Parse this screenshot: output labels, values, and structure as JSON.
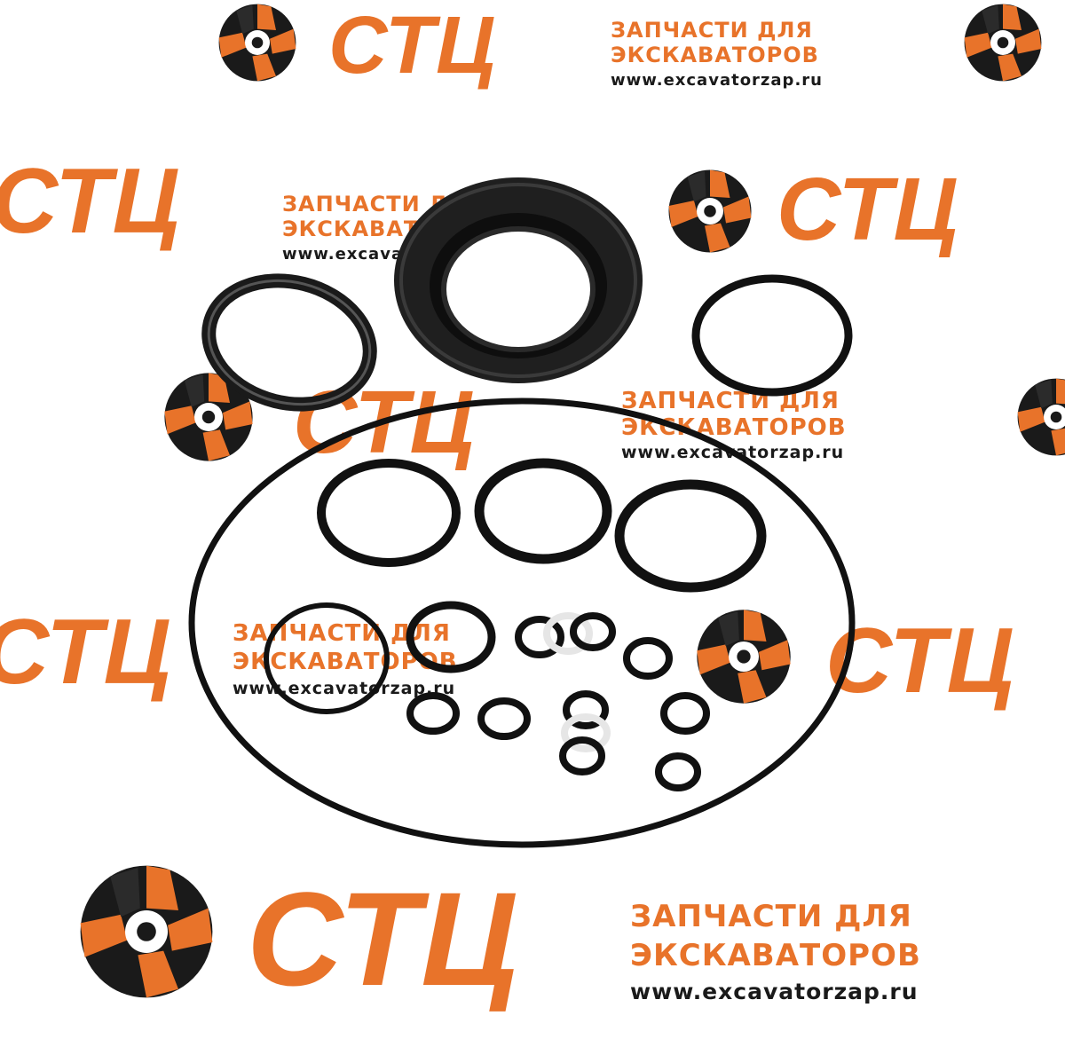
{
  "watermark": {
    "brand": "СТЦ",
    "line1": "ЗАПЧАСТИ ДЛЯ",
    "line2": "ЭКСКАВАТОРОВ",
    "url": "www.excavatorzap.ru",
    "brand_color": "#e8732a",
    "dark_color": "#1a1a1a"
  },
  "product": {
    "type": "seal-kit",
    "rubber_color": "#111111",
    "ptfe_color": "#f4f4f4"
  }
}
